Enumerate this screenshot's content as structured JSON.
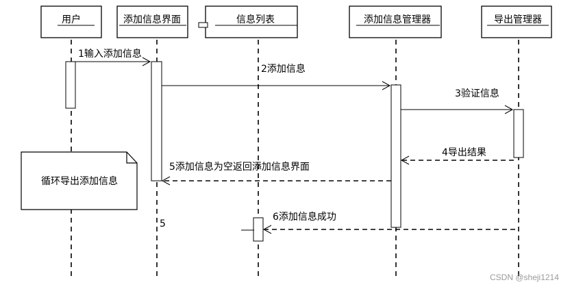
{
  "participants": [
    {
      "label": "用户"
    },
    {
      "label": "添加信息界面"
    },
    {
      "label": "信息列表"
    },
    {
      "label": "添加信息管理器"
    },
    {
      "label": "导出管理器"
    }
  ],
  "messages": [
    {
      "label": "1输入添加信息"
    },
    {
      "label": "2添加信息"
    },
    {
      "label": "3验证信息"
    },
    {
      "label": "4导出结果"
    },
    {
      "label": "5添加信息为空返回添加信息界面"
    },
    {
      "label": "6添加信息成功"
    }
  ],
  "note": {
    "text": "循环导出添加信息"
  },
  "stray": {
    "text": "5"
  },
  "watermark": {
    "text": "CSDN @sheji1214"
  },
  "colors": {
    "line": "#000000",
    "watermark": "#9a9a9a"
  }
}
